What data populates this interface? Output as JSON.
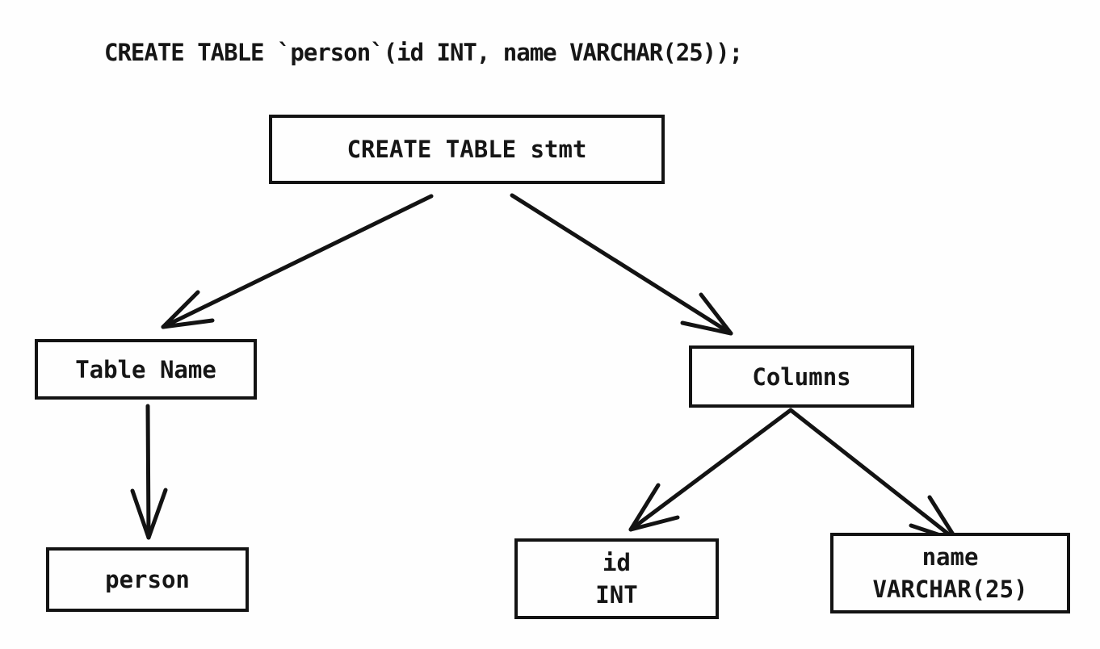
{
  "page": {
    "background_color": "#fefefe",
    "ink_color": "#131313"
  },
  "code_line": "CREATE TABLE `person`(id INT, name VARCHAR(25));",
  "nodes": {
    "root": {
      "label": "CREATE TABLE stmt"
    },
    "table_name": {
      "label": "Table Name"
    },
    "columns": {
      "label": "Columns"
    },
    "person": {
      "label": "person"
    },
    "id_column": {
      "name": "id",
      "type": "INT"
    },
    "name_column": {
      "name": "name",
      "type": "VARCHAR(25)"
    }
  },
  "edges": [
    {
      "from": "CREATE TABLE stmt",
      "to": "Table Name"
    },
    {
      "from": "CREATE TABLE stmt",
      "to": "Columns"
    },
    {
      "from": "Table Name",
      "to": "person"
    },
    {
      "from": "Columns",
      "to": "id INT"
    },
    {
      "from": "Columns",
      "to": "name VARCHAR(25)"
    }
  ]
}
